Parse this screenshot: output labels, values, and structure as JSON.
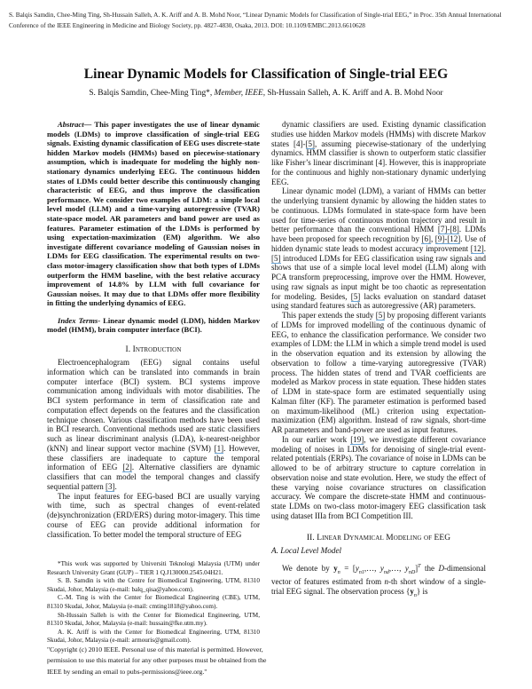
{
  "citation_header": "S. Balqis Samdin, Chee-Ming Ting, Sh-Hussain Salleh, A. K. Ariff and A. B. Mohd Noor, “Linear Dynamic Models for Classification of Single-trial EEG,” in Proc. 35th Annual International Conference of the IEEE Engineering in Medicine and Biology Society, pp. 4827-4830, Osaka, 2013. DOI: 10.1109/EMBC.2013.6610628",
  "title": "Linear Dynamic Models for Classification of Single-trial EEG",
  "authors": {
    "part1": "S. Balqis Samdin, Chee-Ming Ting*, ",
    "member": "Member, IEEE,",
    "part2": " Sh-Hussain Salleh, A. K. Ariff and A. B. Mohd Noor"
  },
  "abstract": {
    "label": "Abstract",
    "text": "— This paper investigates the use of linear dynamic models (LDMs) to improve classification of single-trial EEG signals. Existing dynamic classification of EEG uses discrete-state hidden Markov models (HMMs) based on piecewise-stationary assumption, which is inadequate for modeling the highly non-stationary dynamics underlying EEG. The continuous hidden states of LDMs could better describe this continuously changing characteristic of EEG, and thus improve the classification performance. We consider two examples of LDM: a simple local level model (LLM) and a time-varying autoregressive (TVAR) state-space model. AR parameters and band power are used as features. Parameter estimation of the LDMs is performed by using expectation-maximization (EM) algorithm. We also investigate different covariance modeling of Gaussian noises in LDMs for EEG classification. The experimental results on two-class motor-imagery classification show that both types of LDMs outperform the HMM baseline, with the best relative accuracy improvement of 14.8% by LLM with full covariance for Gaussian noises. It may due to that LDMs offer more flexibility in fitting the underlying dynamics of EEG."
  },
  "index_terms": {
    "label": "Index Terms",
    "text": "- Linear dynamic model (LDM), hidden Markov model (HMM), brain computer interface (BCI)."
  },
  "section1_heading": "I. Introduction",
  "left_paragraphs": [
    [
      {
        "t": "Electroencephalogram (EEG) signal contains useful information which can be translated into commands in brain computer interface (BCI) system. BCI systems improve communication among individuals with motor disabilities. The BCI system performance in term of classification rate and computation effect depends on the features and the classification technique chosen. Various classification methods have been used in BCI research. Conventional methods used are static classifiers such as linear discriminant analysis (LDA), k-nearest-neighbor (kNN) and linear support vector machine (SVM) "
      },
      {
        "t": "[1]",
        "link": true
      },
      {
        "t": ". However, these classifiers are inadequate to capture the temporal information of EEG "
      },
      {
        "t": "[2]",
        "link": true
      },
      {
        "t": ". Alternative classifiers are dynamic classifiers that can model the temporal changes and classify sequential pattern "
      },
      {
        "t": "[3]",
        "link": true
      },
      {
        "t": "."
      }
    ],
    [
      {
        "t": "The input features for EEG-based BCI are usually varying with time, such as spectral changes of event-related (de)synchronization (ERD/ERS) during motor-imagery. This time course of EEG can provide additional information for classification. To better model the temporal structure of EEG"
      }
    ]
  ],
  "footnotes": [
    "*This work was supported by Universiti Teknologi Malaysia (UTM) under Research University Grant (GUP) – TIER 1 Q.J130000.2545.04H21.",
    "S. B. Samdin is with the Centre for Biomedical Engineering, UTM, 81310 Skudai, Johor, Malaysia (e-mail: balq_qisa@yahoo.com).",
    "C.-M. Ting is with the Center for Biomedical Engineering (CBE), UTM, 81310 Skudai, Johor, Malaysia (e-mail: cmting1818@yahoo.com).",
    "Sh-Hussain Salleh is with the Center for Biomedical Engineering, UTM, 81310 Skudai, Johor, Malaysia (e-mail: hussain@fke.utm.my).",
    "A. K. Ariff is with the Center for Biomedical Engineering, UTM, 81310 Skudai, Johor, Malaysia (e-mail: armouris@gmail.com)."
  ],
  "copyright": "\"Copyright (c) 2010 IEEE. Personal use of this material is permitted. However, permission to use this material for any other purposes must be obtained from the IEEE by sending an email to pubs-permissions@ieee.org.\"",
  "right_paragraphs": [
    [
      {
        "t": "dynamic classifiers are used. Existing dynamic classification studies use hidden Markov models (HMMs) with discrete Markov states [4]-"
      },
      {
        "t": "[5]",
        "link": true
      },
      {
        "t": ", assuming piecewise-stationary of the underlying dynamics. HMM classifier is shown to outperform static classifier like Fisher’s linear discriminant [4]. However, this is inappropriate for the continuous and highly non-stationary dynamic underlying EEG."
      }
    ],
    [
      {
        "t": "Linear dynamic model (LDM), a variant of HMMs can better the underlying transient dynamic by allowing the hidden states to be continuous. LDMs formulated in state-space form have been used for time-series of continuous motion trajectory and result in better performance than the conventional HMM "
      },
      {
        "t": "[7]-[8]",
        "link": true
      },
      {
        "t": ". LDMs have been proposed for speech recognition by "
      },
      {
        "t": "[6]",
        "link": true
      },
      {
        "t": ", "
      },
      {
        "t": "[9]-[12]",
        "link": true
      },
      {
        "t": ". Use of hidden dynamic state leads to modest accuracy improvement "
      },
      {
        "t": "[12]",
        "link": true
      },
      {
        "t": ". "
      },
      {
        "t": "[5]",
        "link": true
      },
      {
        "t": " introduced LDMs for EEG classification using raw signals and shows that use of a simple local level model (LLM) along with PCA transform preprocessing, improve over the HMM. However, using raw signals as input might be too chaotic as representation for modeling. Besides, "
      },
      {
        "t": "[5]",
        "link": true
      },
      {
        "t": " lacks evaluation on standard dataset using standard features such as autoregressive (AR) parameters."
      }
    ],
    [
      {
        "t": "This paper extends the study "
      },
      {
        "t": "[5]",
        "link": true
      },
      {
        "t": " by proposing different variants of LDMs for improved modelling of the continuous dynamic of EEG, to enhance the classification performance. We consider two examples of LDM: the LLM in which a simple trend model is used in the observation equation and its extension by allowing the observation to follow a time-varying autoregressive (TVAR) process. The hidden states of trend and TVAR coefficients are modeled as Markov process in state equation. These hidden states of LDM in state-space form are estimated sequentially using Kalman filter (KF). The parameter estimation is performed based on maximum-likelihood (ML) criterion using expectation-maximization (EM) algorithm. Instead of raw signals, short-time AR parameters and band-power are used as input features."
      }
    ],
    [
      {
        "t": "In our earlier work "
      },
      {
        "t": "[19]",
        "link": true
      },
      {
        "t": ", we investigate different covariance modeling of noises in LDMs for denoising of single-trial event-related potentials (ERPs). The covariance of noise in LDMs can be allowed to be of arbitrary structure to capture correlation in observation noise and state evolution. Here, we study the effect of these varying noise covariance structures on classification accuracy. We compare the discrete-state HMM and continuous-state LDMs on two-class motor-imagery EEG classification task using dataset IIIa from BCI Competition III."
      }
    ]
  ],
  "section2_heading": "II. Linear Dynamical Modeling of EEG",
  "subsection_a_heading": "A. Local Level Model",
  "section2_paragraph": [
    {
      "t": "We denote by "
    },
    {
      "t": "y",
      "b": true
    },
    {
      "t": "n",
      "sub": true
    },
    {
      "t": " = ["
    },
    {
      "t": "y",
      "i": true
    },
    {
      "t": "n1",
      "sub": true
    },
    {
      "t": ",…, "
    },
    {
      "t": "y",
      "i": true
    },
    {
      "t": "nd",
      "sub": true
    },
    {
      "t": ",…, "
    },
    {
      "t": "y",
      "i": true
    },
    {
      "t": "nD",
      "sub": true
    },
    {
      "t": "]"
    },
    {
      "t": "T",
      "sup": true
    },
    {
      "t": " the "
    },
    {
      "t": "D",
      "i": true
    },
    {
      "t": "-dimensional vector of features estimated from "
    },
    {
      "t": "n",
      "i": true
    },
    {
      "t": "-th short window of a single-trial EEG signal. The observation process {"
    },
    {
      "t": "y",
      "b": true
    },
    {
      "t": "n",
      "sub": true
    },
    {
      "t": "} is"
    }
  ]
}
